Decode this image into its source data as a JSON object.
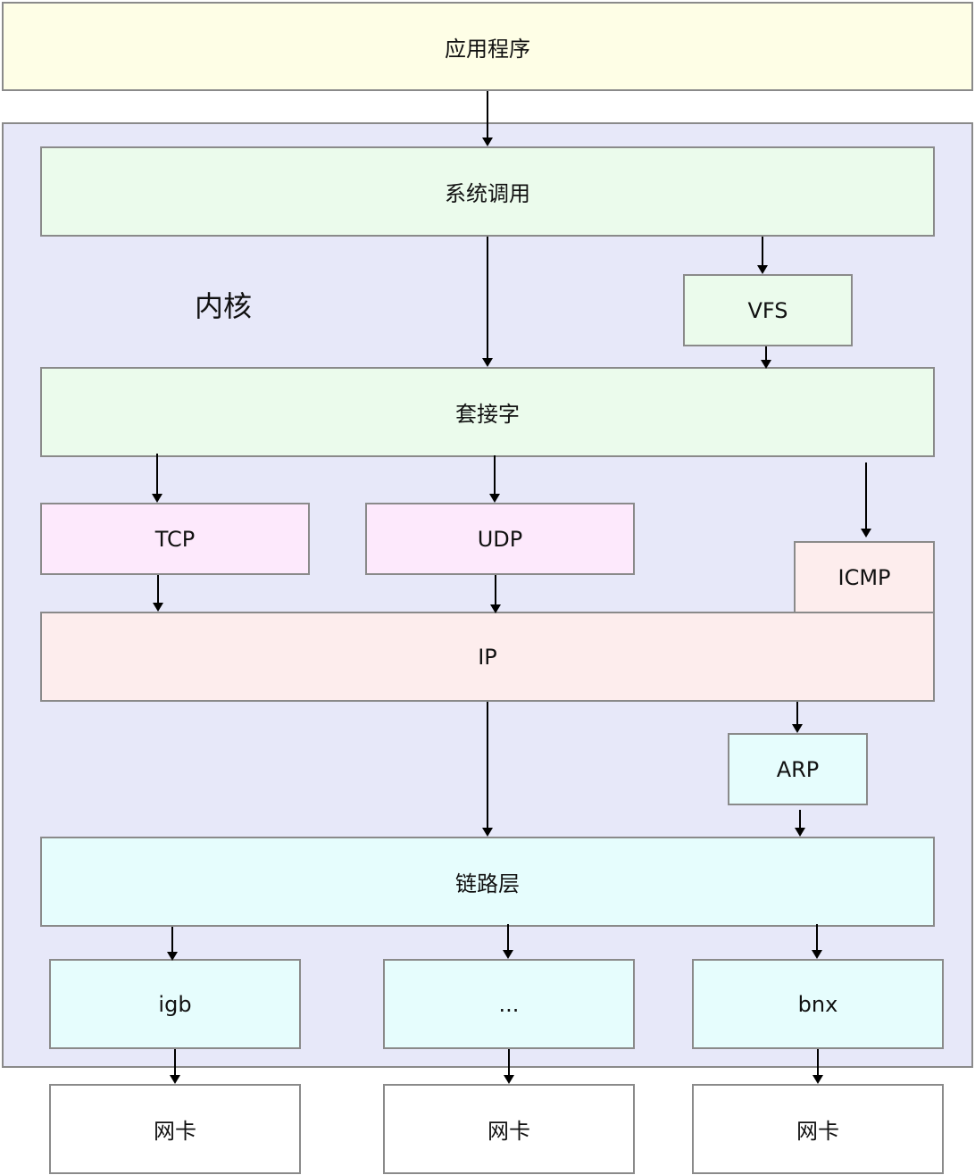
{
  "app": "应用程序",
  "kernel_label": "内核",
  "syscall": "系统调用",
  "vfs": "VFS",
  "socket": "套接字",
  "tcp": "TCP",
  "udp": "UDP",
  "icmp": "ICMP",
  "ip": "IP",
  "arp": "ARP",
  "link_layer": "链路层",
  "drivers": [
    "igb",
    "...",
    "bnx"
  ],
  "nics": [
    "网卡",
    "网卡",
    "网卡"
  ]
}
